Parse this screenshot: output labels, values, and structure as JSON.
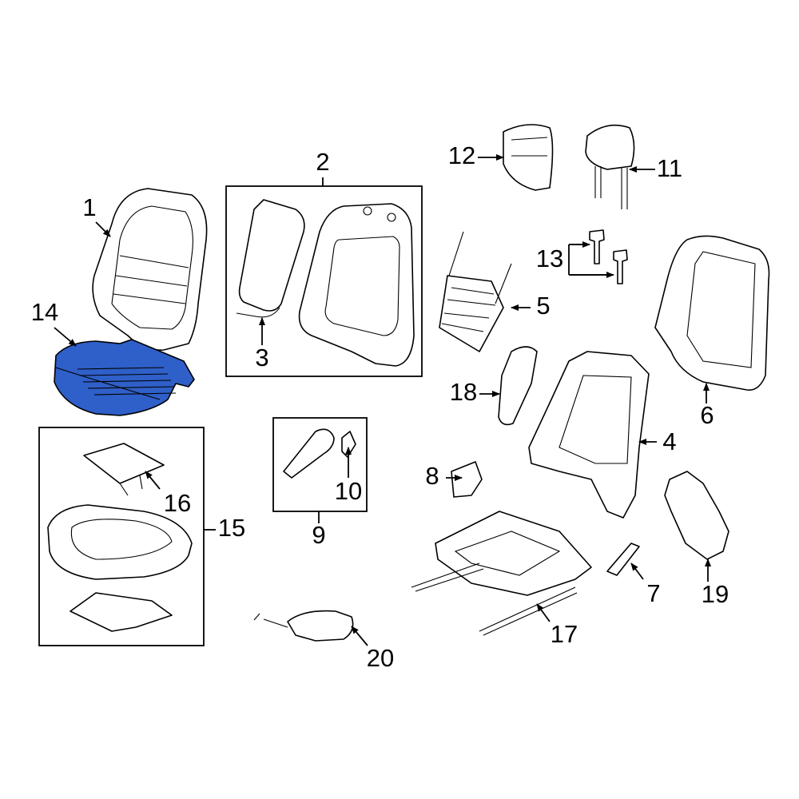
{
  "diagram": {
    "highlight_color": "#2f5fc8",
    "highlighted_part": "14",
    "callouts": {
      "p1": "1",
      "p2": "2",
      "p3": "3",
      "p4": "4",
      "p5": "5",
      "p6": "6",
      "p7": "7",
      "p8": "8",
      "p9": "9",
      "p10": "10",
      "p11": "11",
      "p12": "12",
      "p13": "13",
      "p14": "14",
      "p15": "15",
      "p16": "16",
      "p17": "17",
      "p18": "18",
      "p19": "19",
      "p20": "20"
    }
  }
}
